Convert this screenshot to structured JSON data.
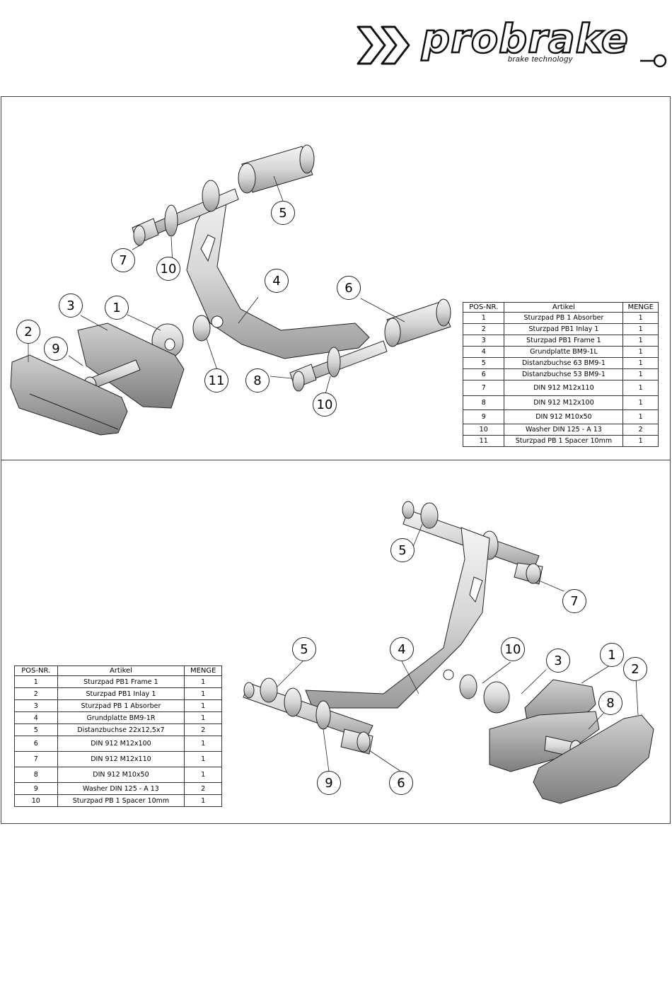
{
  "logo": {
    "wordmark": "probrake",
    "tagline": "brake technology"
  },
  "top_assembly": {
    "callouts": [
      "1",
      "2",
      "3",
      "4",
      "5",
      "6",
      "7",
      "8",
      "9",
      "10",
      "10",
      "11"
    ],
    "table": {
      "headers": [
        "POS-NR.",
        "Artikel",
        "MENGE"
      ],
      "rows": [
        [
          "1",
          "Sturzpad PB 1 Absorber",
          "1"
        ],
        [
          "2",
          "Sturzpad PB1 Inlay 1",
          "1"
        ],
        [
          "3",
          "Sturzpad PB1 Frame 1",
          "1"
        ],
        [
          "4",
          "Grundplatte BM9-1L",
          "1"
        ],
        [
          "5",
          "Distanzbuchse 63 BM9-1",
          "1"
        ],
        [
          "6",
          "Distanzbuchse 53 BM9-1",
          "1"
        ],
        [
          "7",
          "DIN 912 M12x110",
          "1"
        ],
        [
          "8",
          "DIN 912 M12x100",
          "1"
        ],
        [
          "9",
          "DIN 912 M10x50",
          "1"
        ],
        [
          "10",
          "Washer DIN 125 - A 13",
          "2"
        ],
        [
          "11",
          "Sturzpad PB 1 Spacer 10mm",
          "1"
        ]
      ]
    }
  },
  "bottom_assembly": {
    "callouts": [
      "5",
      "7",
      "5",
      "4",
      "10",
      "3",
      "1",
      "2",
      "8",
      "9",
      "6"
    ],
    "table": {
      "headers": [
        "POS-NR.",
        "Artikel",
        "MENGE"
      ],
      "rows": [
        [
          "1",
          "Sturzpad PB1 Frame 1",
          "1"
        ],
        [
          "2",
          "Sturzpad PB1 Inlay 1",
          "1"
        ],
        [
          "3",
          "Sturzpad PB 1 Absorber",
          "1"
        ],
        [
          "4",
          "Grundplatte BM9-1R",
          "1"
        ],
        [
          "5",
          "Distanzbuchse 22x12,5x7",
          "2"
        ],
        [
          "6",
          "DIN 912 M12x100",
          "1"
        ],
        [
          "7",
          "DIN 912 M12x110",
          "1"
        ],
        [
          "8",
          "DIN 912 M10x50",
          "1"
        ],
        [
          "9",
          "Washer DIN 125 - A 13",
          "2"
        ],
        [
          "10",
          "Sturzpad PB 1 Spacer 10mm",
          "1"
        ]
      ]
    }
  },
  "colors": {
    "part_light": "#e6e6e6",
    "part_mid": "#c8c8c8",
    "part_dark": "#8a8a8a",
    "line": "#222222"
  }
}
